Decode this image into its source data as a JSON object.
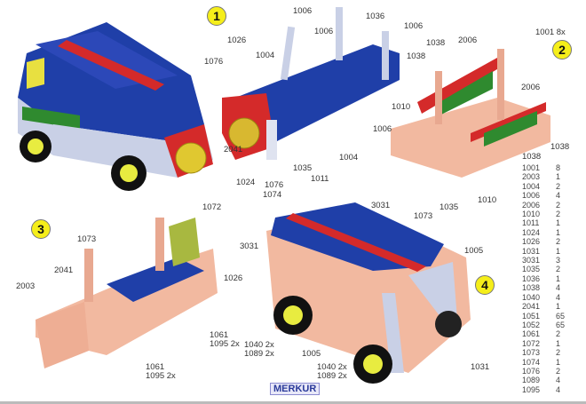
{
  "steps": [
    "1",
    "2",
    "3",
    "4"
  ],
  "labels": {
    "s1": [
      "1006",
      "1006",
      "1036",
      "1006",
      "1026",
      "1004",
      "1076",
      "1006",
      "2041",
      "1024",
      "1076",
      "1035",
      "1011",
      "1004"
    ],
    "s2": [
      "1038",
      "2006",
      "1001 8x",
      "1038",
      "2006",
      "1010",
      "1038",
      "1038",
      "1010"
    ],
    "s3": [
      "1072",
      "1073",
      "2041",
      "2003",
      "1026",
      "1061",
      "1095 2x",
      "1061",
      "1095 2x"
    ],
    "s4": [
      "1074",
      "3031",
      "1073",
      "1035",
      "3031",
      "1005",
      "1040 2x",
      "1089 2x",
      "1005",
      "1040 2x",
      "1089 2x",
      "1031"
    ]
  },
  "parts_list": [
    [
      "1001",
      "8"
    ],
    [
      "2003",
      "1"
    ],
    [
      "1004",
      "2"
    ],
    [
      "1006",
      "4"
    ],
    [
      "2006",
      "2"
    ],
    [
      "1010",
      "2"
    ],
    [
      "1011",
      "1"
    ],
    [
      "1024",
      "1"
    ],
    [
      "1026",
      "2"
    ],
    [
      "1031",
      "1"
    ],
    [
      "3031",
      "3"
    ],
    [
      "1035",
      "2"
    ],
    [
      "1036",
      "1"
    ],
    [
      "1038",
      "4"
    ],
    [
      "1040",
      "4"
    ],
    [
      "2041",
      "1"
    ],
    [
      "1051",
      "65"
    ],
    [
      "1052",
      "65"
    ],
    [
      "1061",
      "2"
    ],
    [
      "1072",
      "1"
    ],
    [
      "1073",
      "2"
    ],
    [
      "1074",
      "1"
    ],
    [
      "1076",
      "2"
    ],
    [
      "1089",
      "4"
    ],
    [
      "1095",
      "4"
    ]
  ],
  "brand": "MERKUR",
  "colors": {
    "blue": "#1f3fa8",
    "red": "#d42a2a",
    "green": "#2f8a2f",
    "copper": "#f2b9a0",
    "silver": "#c9d0e6",
    "yellow": "#e8e040"
  }
}
